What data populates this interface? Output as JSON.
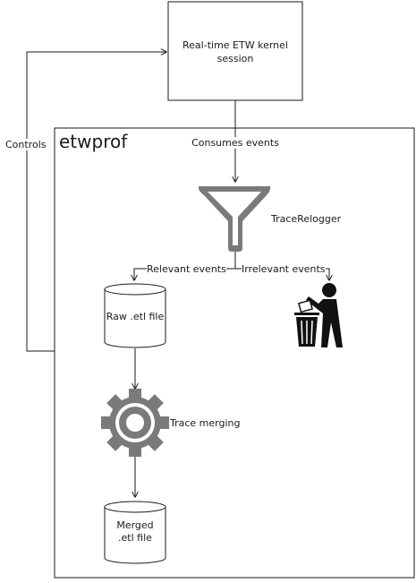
{
  "diagram": {
    "session_box": {
      "line1": "Real-time ETW kernel",
      "line2": "session"
    },
    "container_title": "etwprof",
    "labels": {
      "controls": "Controls",
      "consumes": "Consumes events",
      "relogger": "TraceRelogger",
      "relevant": "Relevant events",
      "irrelevant": "Irrelevant events",
      "trace_merging": "Trace merging"
    },
    "raw_file": "Raw .etl file",
    "merged_file": {
      "line1": "Merged",
      "line2": ".etl file"
    }
  },
  "icons": {
    "funnel": "funnel-icon",
    "trash_person": "trash-person-icon",
    "gear": "gear-icon",
    "raw_cylinder": "database-cylinder-icon",
    "merged_cylinder": "database-cylinder-icon"
  },
  "colors": {
    "line": "#1a1a1a",
    "fill": "#ffffff",
    "icon_gray": "#7a7a7a"
  }
}
